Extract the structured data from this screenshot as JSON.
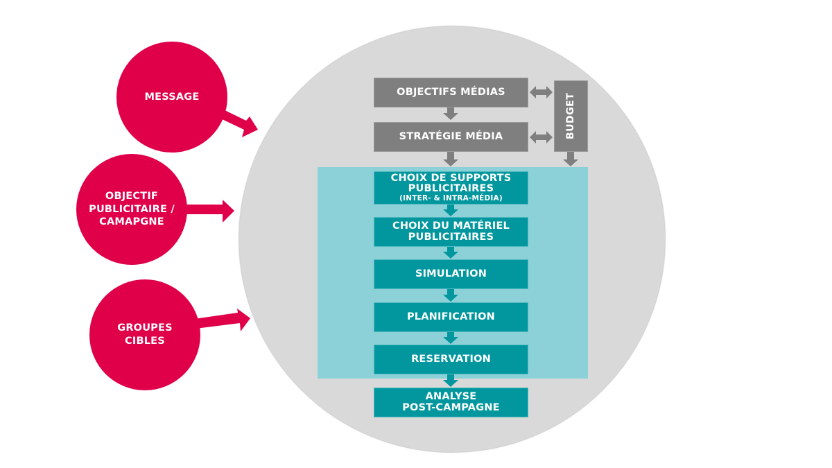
{
  "colors": {
    "pink": "#e0004a",
    "circle_gray": "#d9d9d9",
    "box_gray": "#7f7f7f",
    "teal": "#02979f",
    "light_teal": "#8dd1d8"
  },
  "inputs": [
    {
      "id": "message",
      "label": "MESSAGE"
    },
    {
      "id": "objectif",
      "label": "OBJECTIF\nPUBLICITAIRE /\nCAMAPGNE"
    },
    {
      "id": "groupes",
      "label": "GROUPES\nCIBLES"
    }
  ],
  "planning": {
    "objectifs_medias": "OBJECTIFS MÉDIAS",
    "strategie_media": "STRATÉGIE MÉDIA",
    "budget": "BUDGET"
  },
  "steps": [
    {
      "title": "CHOIX DE SUPPORTS\nPUBLICITAIRES",
      "subtitle": "(INTER- & INTRA-MÉDIA)"
    },
    {
      "title": "CHOIX DU MATÉRIEL\nPUBLICITAIRES",
      "subtitle": ""
    },
    {
      "title": "SIMULATION",
      "subtitle": ""
    },
    {
      "title": "PLANIFICATION",
      "subtitle": ""
    },
    {
      "title": "RESERVATION",
      "subtitle": ""
    },
    {
      "title": "ANALYSE\nPOST-CAMPAGNE",
      "subtitle": ""
    }
  ]
}
